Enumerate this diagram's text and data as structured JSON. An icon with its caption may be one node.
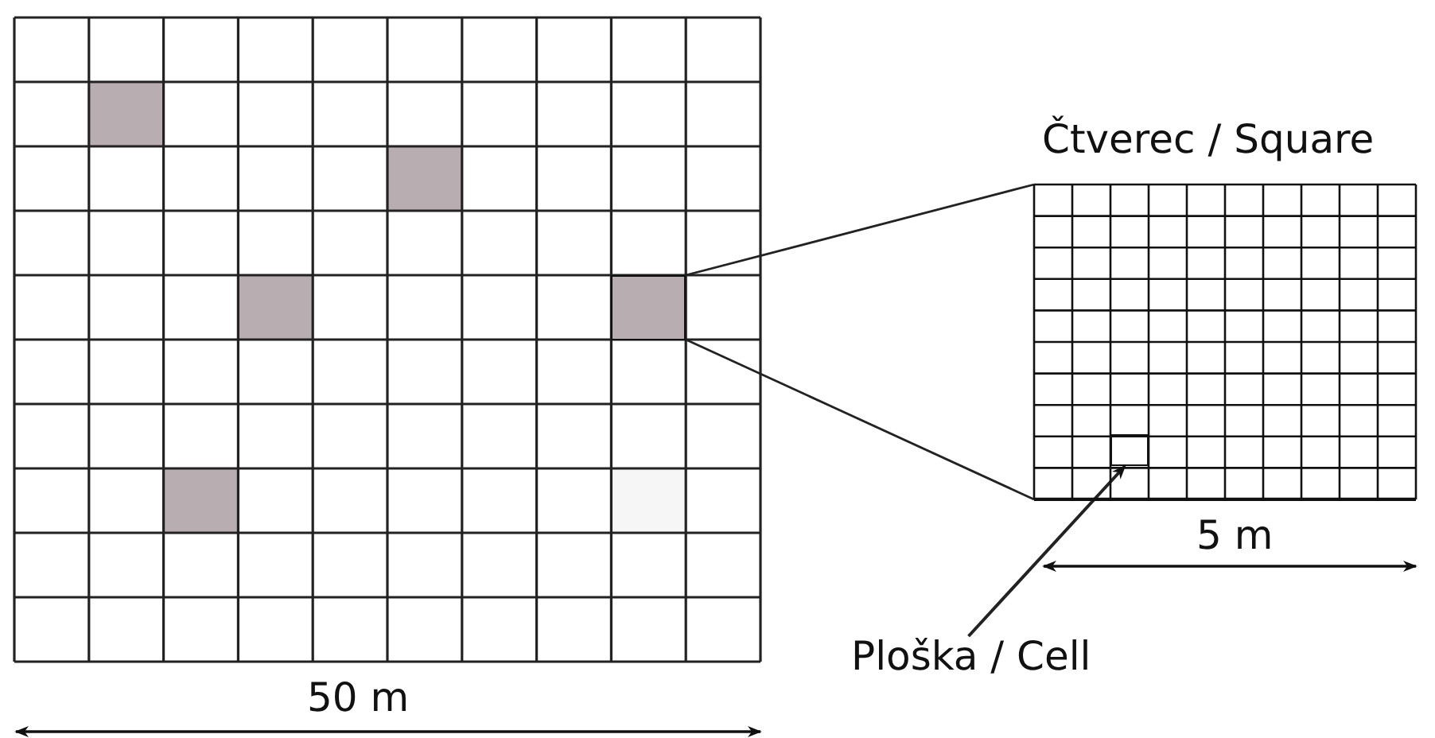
{
  "diagram": {
    "nodes": [
      {
        "text": [
          "Čtverec / Square"
        ]
      },
      {
        "text": [],
        "shape": "box"
      },
      {
        "text": [
          "Ploška / Cell"
        ]
      },
      {
        "text": [],
        "shape": "box",
        "in": 0
      }
    ],
    "edges": [
      {
        "from": 1,
        "to": 0,
        "arrow": "none"
      },
      {
        "from": 1,
        "to": 0,
        "arrow": "none"
      },
      {
        "from": 2,
        "to": 3,
        "arrow": "to"
      }
    ],
    "labels": [
      "5 m",
      "50 m"
    ]
  }
}
